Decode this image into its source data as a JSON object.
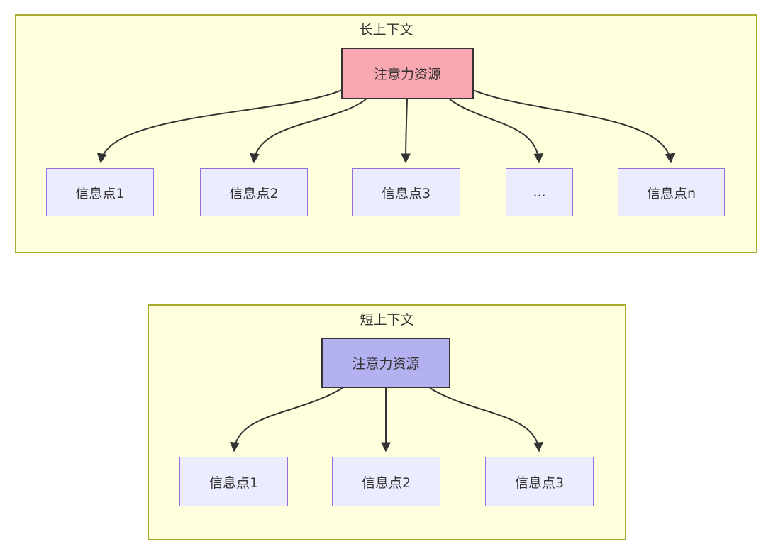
{
  "colors": {
    "group_fill": "#FFFFDE",
    "group_border": "#AAAA33",
    "node_fill": "#ECECFF",
    "node_border": "#9370DB",
    "attention_long_fill": "#F9A8B2",
    "attention_short_fill": "#B4B1F0",
    "attention_border": "#333333",
    "arrow_color": "#333333",
    "text_color": "#333333"
  },
  "long_context": {
    "title": "长上下文",
    "attention_node": "注意力资源",
    "info_points": [
      "信息点1",
      "信息点2",
      "信息点3",
      "...",
      "信息点n"
    ]
  },
  "short_context": {
    "title": "短上下文",
    "attention_node": "注意力资源",
    "info_points": [
      "信息点1",
      "信息点2",
      "信息点3"
    ]
  }
}
